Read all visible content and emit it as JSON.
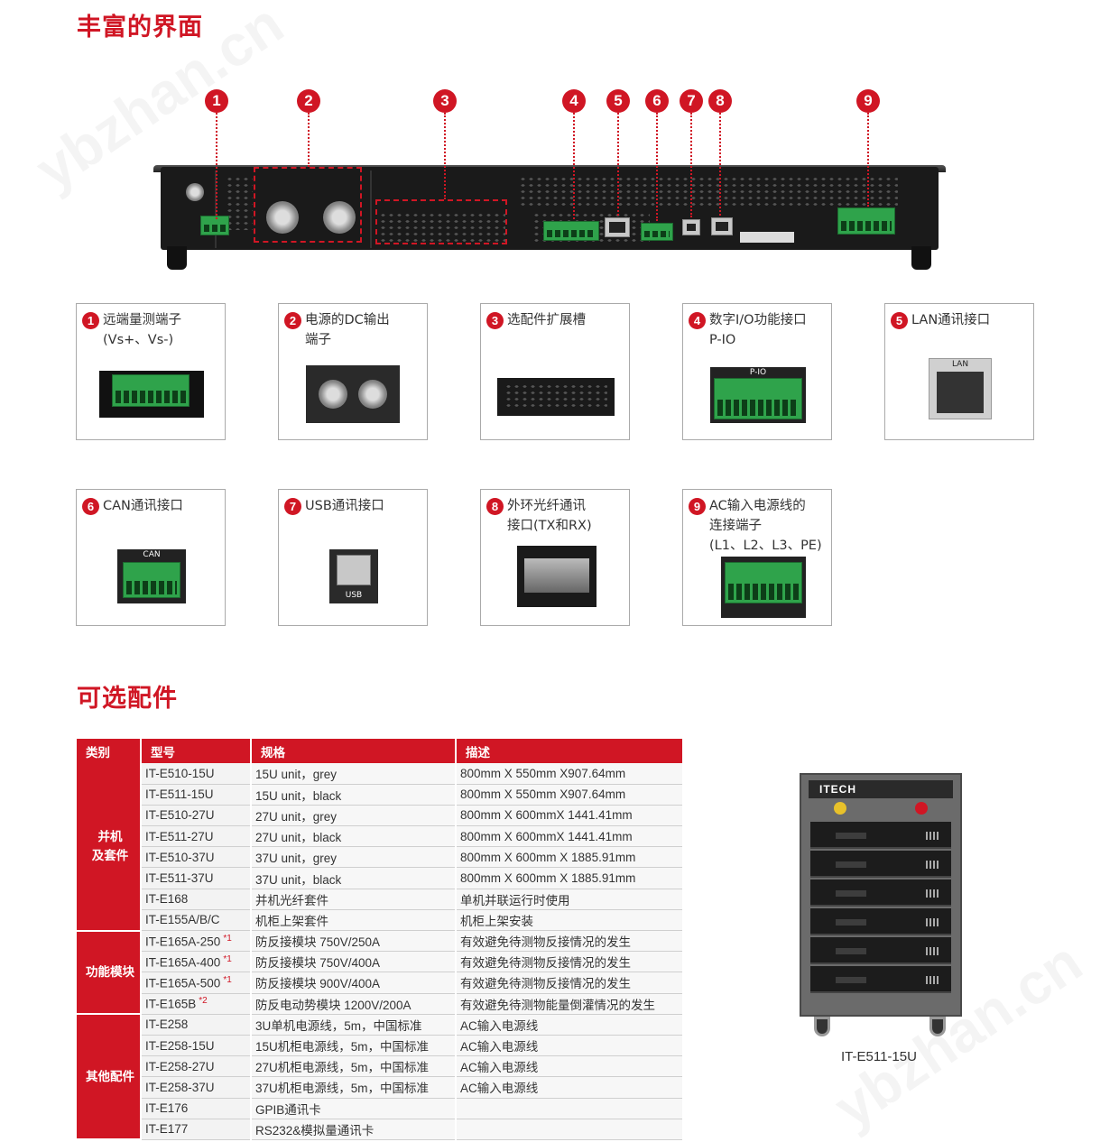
{
  "section1_title": "丰富的界面",
  "section2_title": "可选配件",
  "device_badges": [
    "1",
    "2",
    "3",
    "4",
    "5",
    "6",
    "7",
    "8",
    "9"
  ],
  "cards": [
    {
      "num": "1",
      "text": "远端量测端子\n(Vs+、Vs-)"
    },
    {
      "num": "2",
      "text": "电源的DC输出\n端子"
    },
    {
      "num": "3",
      "text": "选配件扩展槽"
    },
    {
      "num": "4",
      "text": "数字I/O功能接口\nP-IO"
    },
    {
      "num": "5",
      "text": "LAN通讯接口"
    },
    {
      "num": "6",
      "text": "CAN通讯接口"
    },
    {
      "num": "7",
      "text": "USB通讯接口"
    },
    {
      "num": "8",
      "text": "外环光纤通讯\n接口(TX和RX)"
    },
    {
      "num": "9",
      "text": "AC输入电源线的\n连接端子\n(L1、L2、L3、PE)"
    }
  ],
  "pic_labels": {
    "pio": "P-IO",
    "lan": "LAN",
    "can": "CAN",
    "usb": "USB"
  },
  "table": {
    "headers": [
      "类别",
      "型号",
      "规格",
      "描述"
    ],
    "groups": [
      {
        "category": "并机\n及套件",
        "rows": [
          {
            "model": "IT-E510-15U",
            "spec": "15U unit，grey",
            "desc": "800mm X 550mm X907.64mm",
            "note": ""
          },
          {
            "model": "IT-E511-15U",
            "spec": "15U unit，black",
            "desc": "800mm X 550mm X907.64mm",
            "note": ""
          },
          {
            "model": "IT-E510-27U",
            "spec": "27U unit，grey",
            "desc": "800mm X 600mmX 1441.41mm",
            "note": ""
          },
          {
            "model": "IT-E511-27U",
            "spec": "27U unit，black",
            "desc": "800mm X 600mmX 1441.41mm",
            "note": ""
          },
          {
            "model": "IT-E510-37U",
            "spec": "37U unit，grey",
            "desc": "800mm X 600mm X 1885.91mm",
            "note": ""
          },
          {
            "model": "IT-E511-37U",
            "spec": "37U unit，black",
            "desc": "800mm X 600mm X 1885.91mm",
            "note": ""
          },
          {
            "model": "IT-E168",
            "spec": "并机光纤套件",
            "desc": "单机并联运行时使用",
            "note": ""
          },
          {
            "model": "IT-E155A/B/C",
            "spec": "机柜上架套件",
            "desc": "机柜上架安装",
            "note": ""
          }
        ]
      },
      {
        "category": "功能模块",
        "rows": [
          {
            "model": "IT-E165A-250",
            "spec": "防反接模块 750V/250A",
            "desc": "有效避免待测物反接情况的发生",
            "note": "*1"
          },
          {
            "model": "IT-E165A-400",
            "spec": "防反接模块 750V/400A",
            "desc": "有效避免待测物反接情况的发生",
            "note": "*1"
          },
          {
            "model": "IT-E165A-500",
            "spec": "防反接模块 900V/400A",
            "desc": "有效避免待测物反接情况的发生",
            "note": "*1"
          },
          {
            "model": "IT-E165B",
            "spec": "防反电动势模块 1200V/200A",
            "desc": "有效避免待测物能量倒灌情况的发生",
            "note": "*2"
          }
        ]
      },
      {
        "category": "其他配件",
        "rows": [
          {
            "model": "IT-E258",
            "spec": "3U单机电源线，5m，中国标准",
            "desc": "AC输入电源线",
            "note": ""
          },
          {
            "model": "IT-E258-15U",
            "spec": "15U机柜电源线，5m，中国标准",
            "desc": "AC输入电源线",
            "note": ""
          },
          {
            "model": "IT-E258-27U",
            "spec": "27U机柜电源线，5m，中国标准",
            "desc": "AC输入电源线",
            "note": ""
          },
          {
            "model": "IT-E258-37U",
            "spec": "37U机柜电源线，5m，中国标准",
            "desc": "AC输入电源线",
            "note": ""
          },
          {
            "model": "IT-E176",
            "spec": "GPIB通讯卡",
            "desc": "",
            "note": ""
          },
          {
            "model": "IT-E177",
            "spec": "RS232&模拟量通讯卡",
            "desc": "",
            "note": ""
          }
        ]
      }
    ]
  },
  "cabinet": {
    "logo": "ITECH",
    "caption": "IT-E511-15U"
  },
  "watermark": "ybzhan.cn",
  "colors": {
    "accent": "#d01624",
    "terminal_green": "#2fa34b"
  }
}
